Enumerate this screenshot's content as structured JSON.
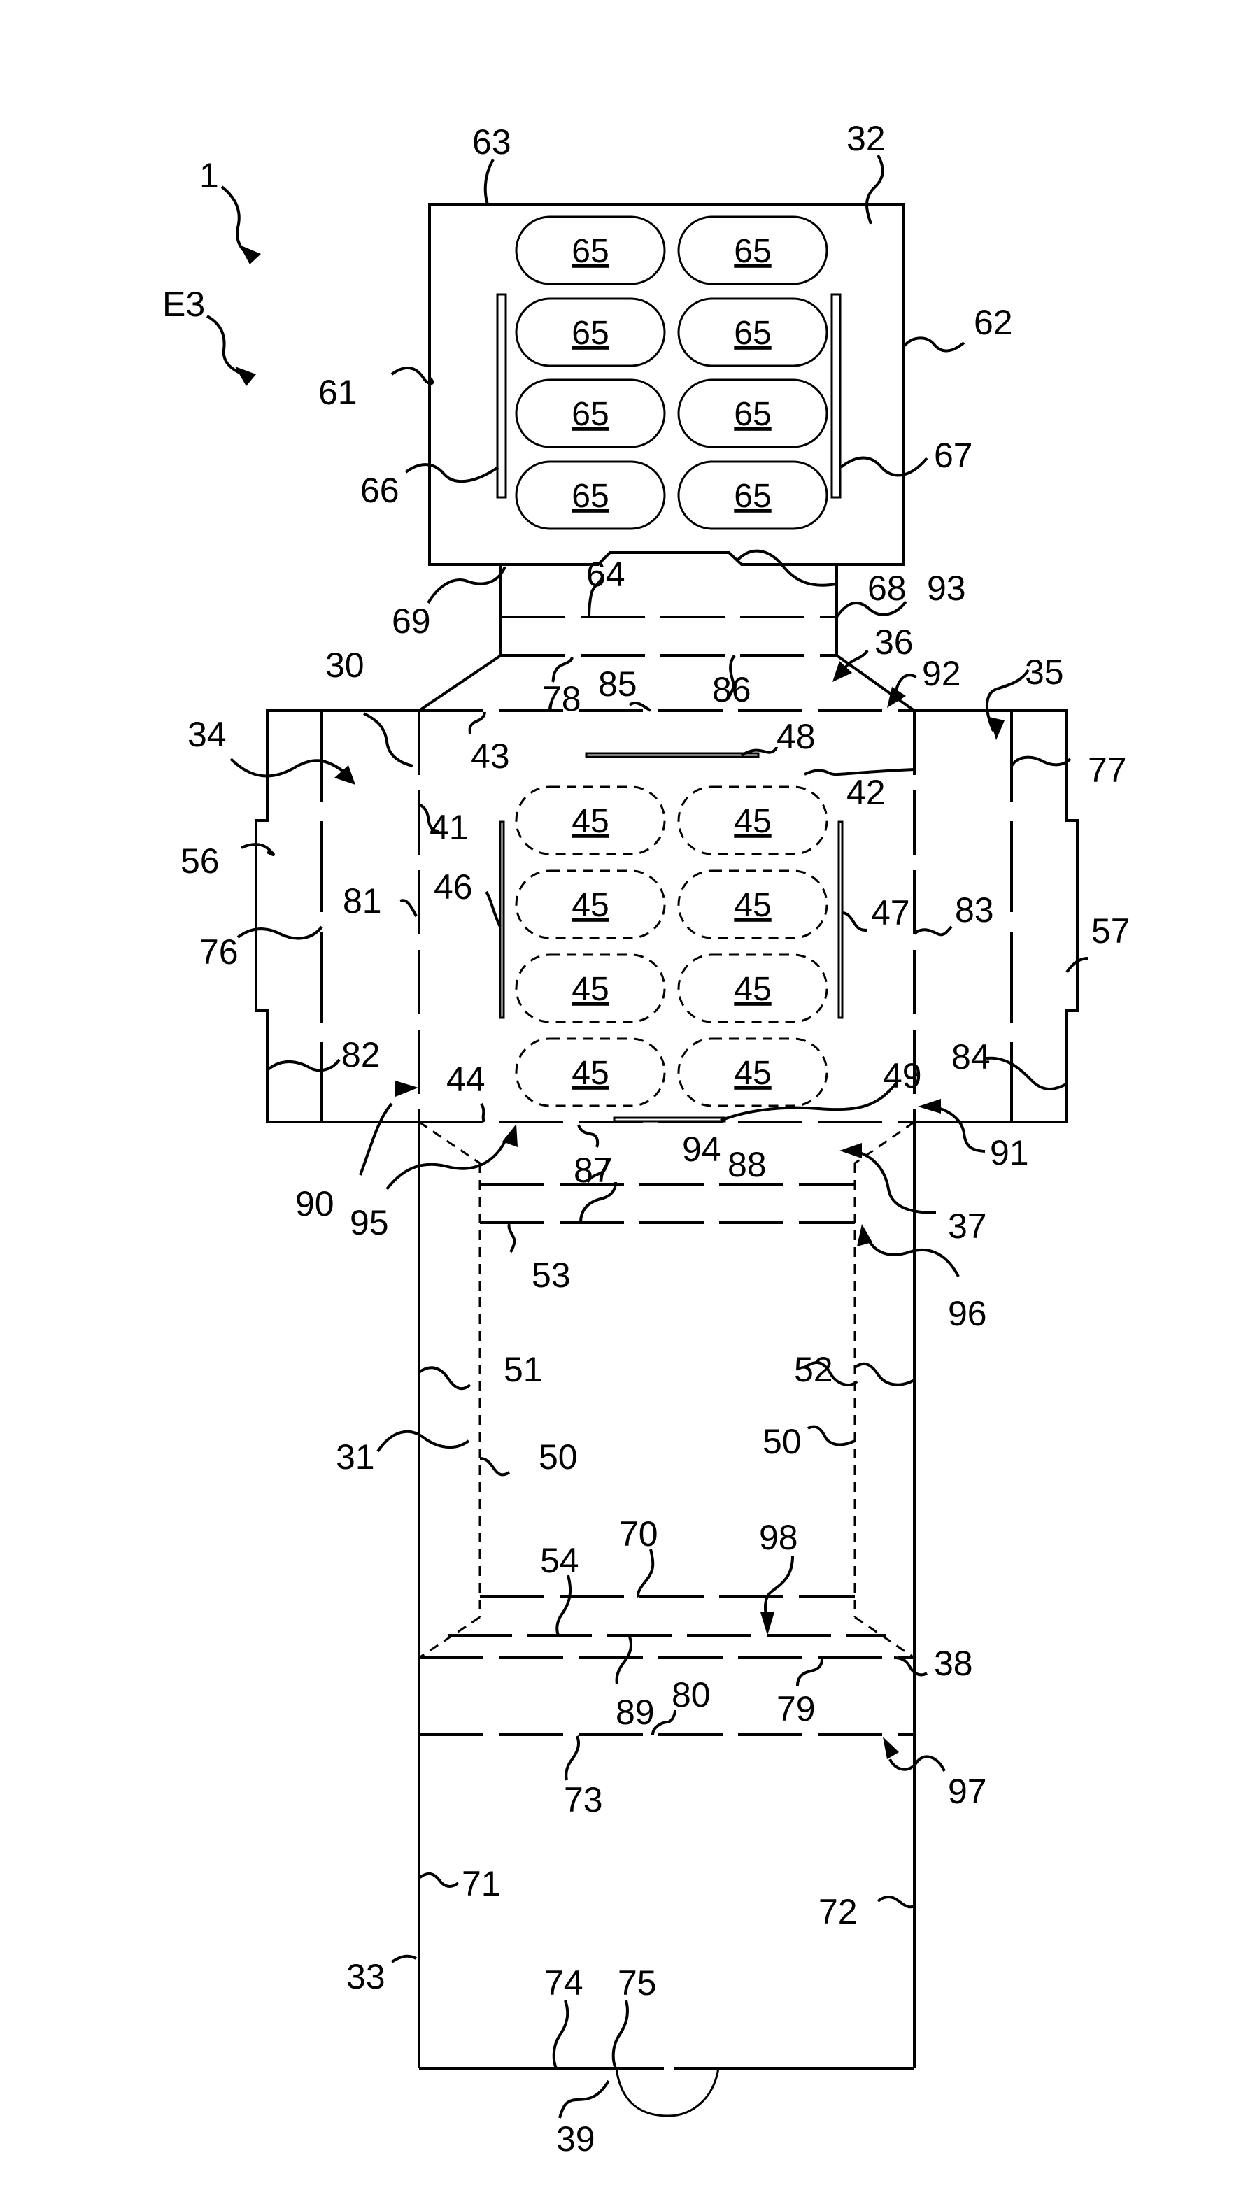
{
  "figure": {
    "title_ref": "1",
    "embodiment_ref": "E3",
    "colors": {
      "line": "#000000",
      "background": "#ffffff"
    }
  },
  "labels": {
    "l1": "1",
    "lE3": "E3",
    "l30": "30",
    "l31": "31",
    "l32": "32",
    "l33": "33",
    "l34": "34",
    "l35": "35",
    "l36": "36",
    "l37": "37",
    "l38": "38",
    "l39": "39",
    "l41": "41",
    "l42": "42",
    "l43": "43",
    "l44": "44",
    "l46": "46",
    "l47": "47",
    "l48": "48",
    "l49": "49",
    "l50a": "50",
    "l50b": "50",
    "l51": "51",
    "l52": "52",
    "l53": "53",
    "l54": "54",
    "l56": "56",
    "l57": "57",
    "l61": "61",
    "l62": "62",
    "l63": "63",
    "l64": "64",
    "l66": "66",
    "l67": "67",
    "l68": "68",
    "l69": "69",
    "l70": "70",
    "l71": "71",
    "l72": "72",
    "l73": "73",
    "l74": "74",
    "l75": "75",
    "l76": "76",
    "l77": "77",
    "l78": "78",
    "l79": "79",
    "l80": "80",
    "l81": "81",
    "l82": "82",
    "l83": "83",
    "l84": "84",
    "l85": "85",
    "l86": "86",
    "l87": "87",
    "l88": "88",
    "l89": "89",
    "l90": "90",
    "l91": "91",
    "l92": "92",
    "l93": "93",
    "l94": "94",
    "l95": "95",
    "l96": "96",
    "l97": "97",
    "l98": "98"
  },
  "top_panel_ovals": [
    "65",
    "65",
    "65",
    "65",
    "65",
    "65",
    "65",
    "65"
  ],
  "main_panel_ovals": [
    "45",
    "45",
    "45",
    "45",
    "45",
    "45",
    "45",
    "45"
  ]
}
